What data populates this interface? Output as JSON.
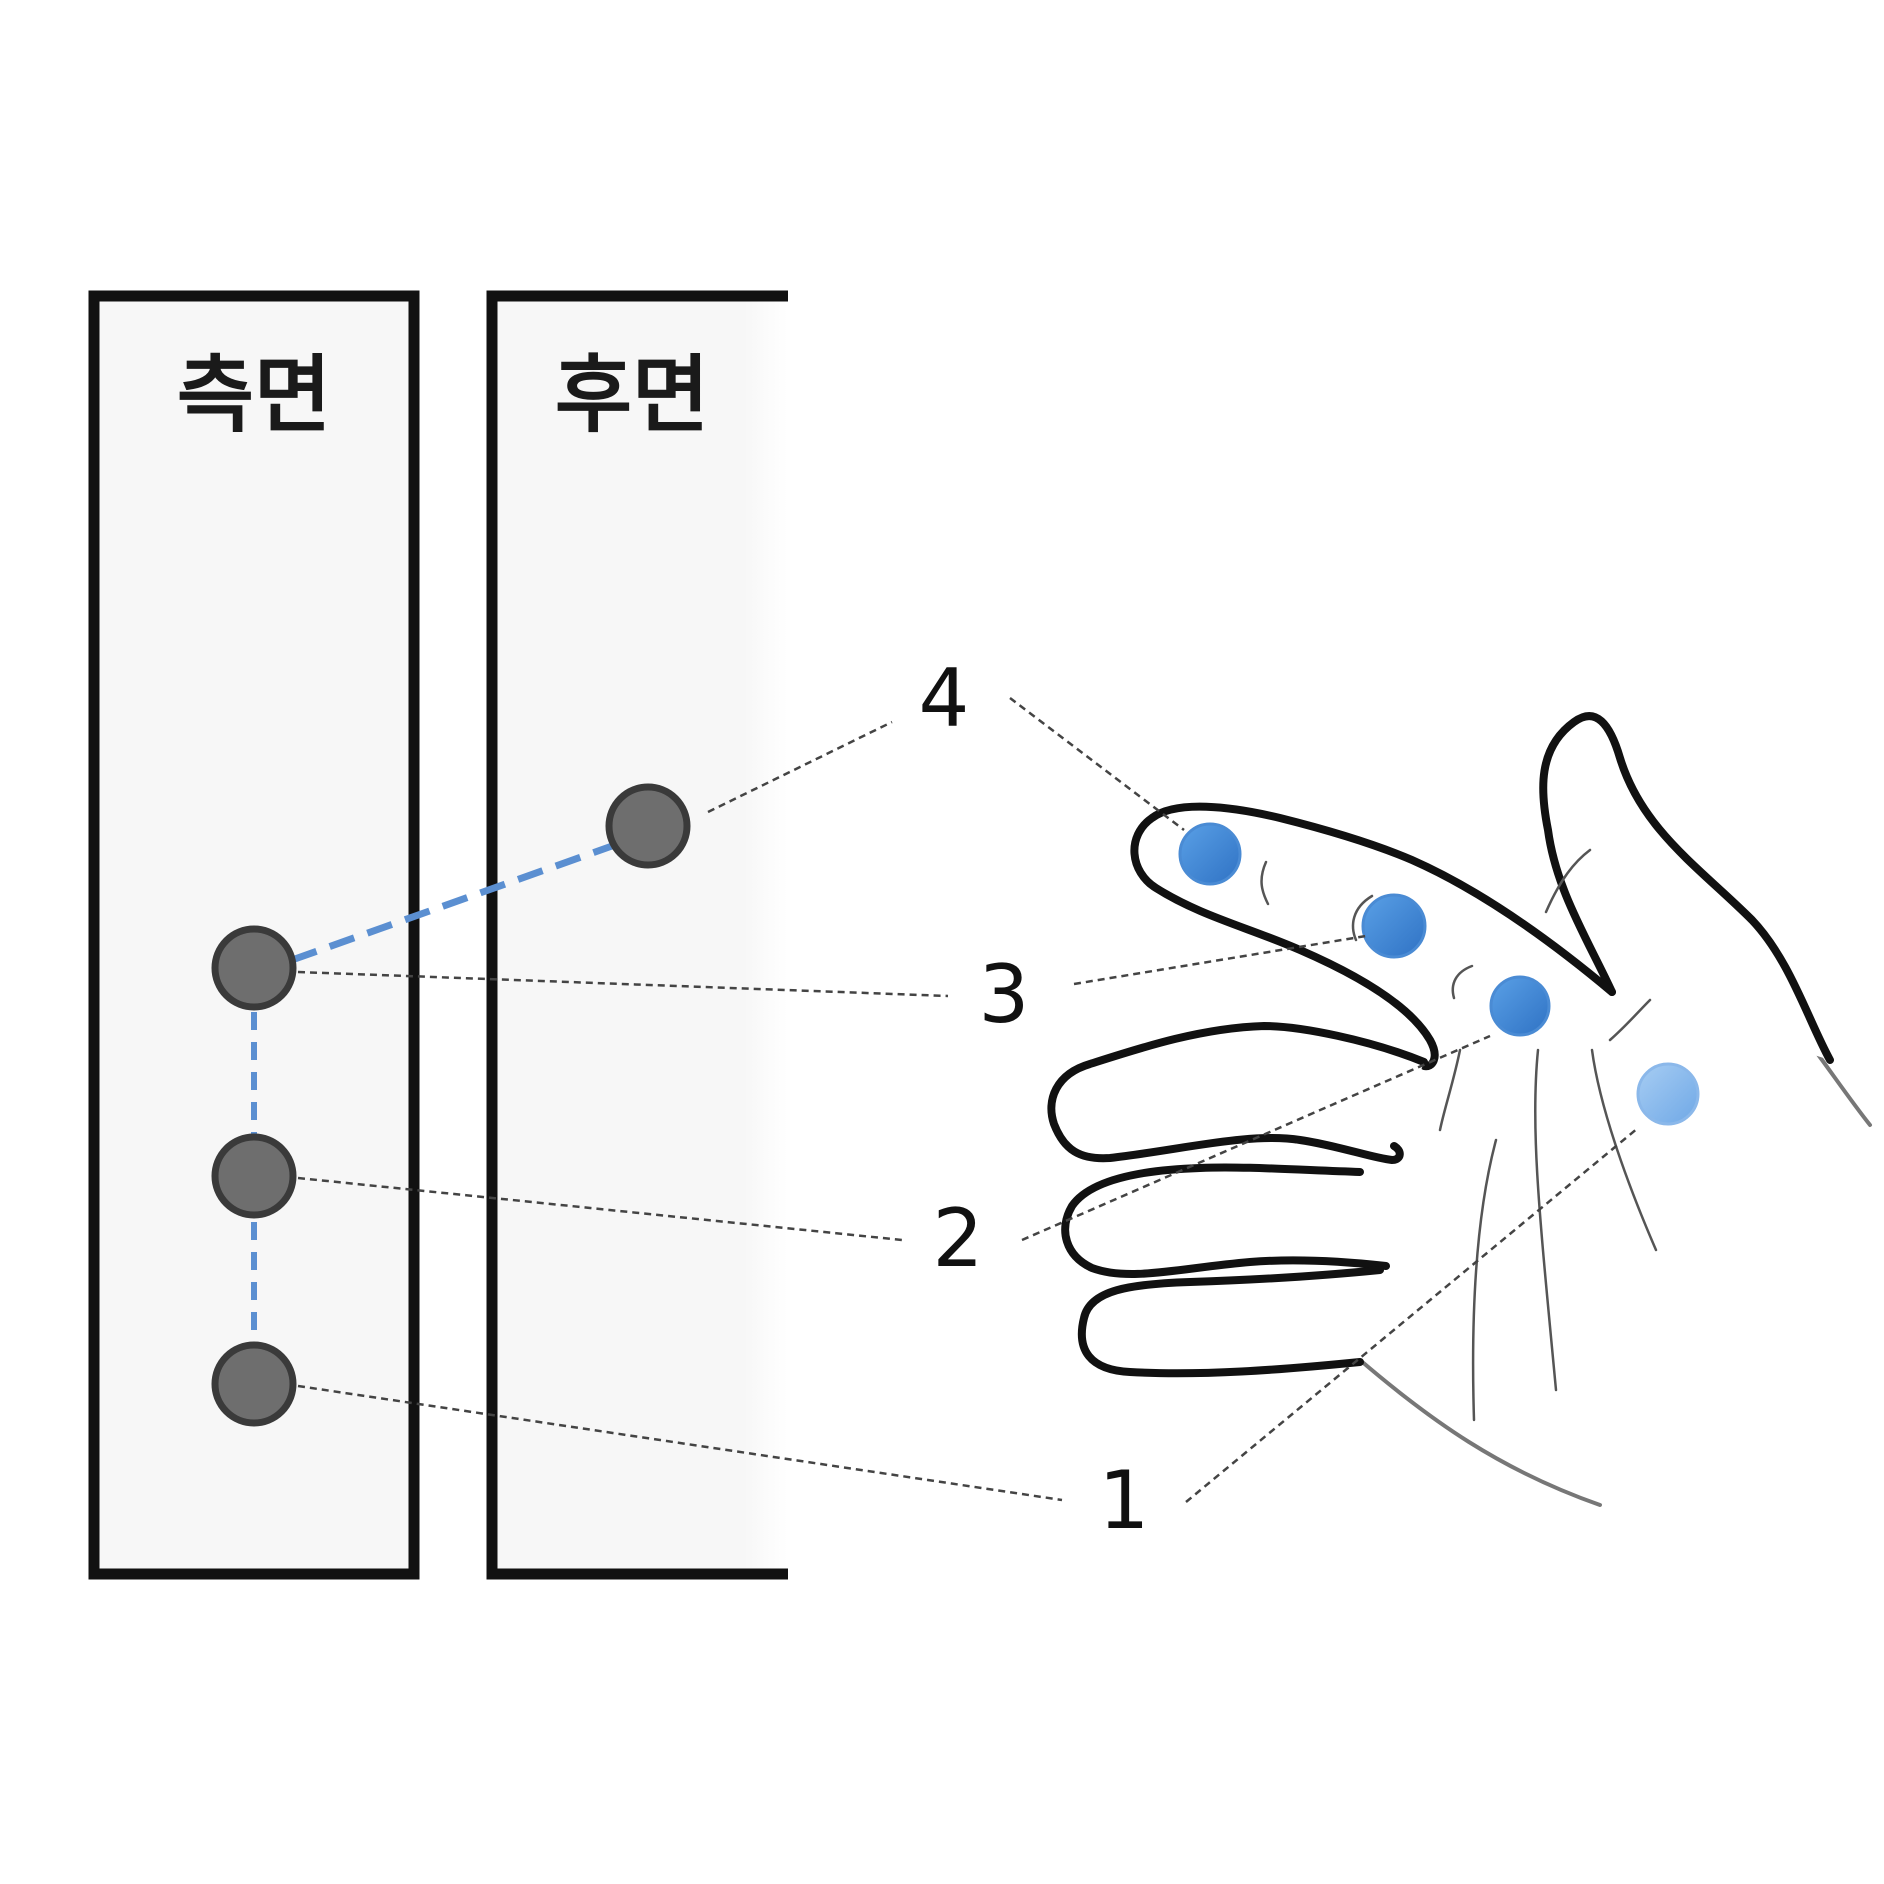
{
  "panels": {
    "side_label": "측면",
    "back_label": "후면"
  },
  "callouts": [
    "1",
    "2",
    "3",
    "4"
  ],
  "colors": {
    "marker_blue": "#3f86d6",
    "marker_gray": "#6e6e6e",
    "link_blue": "#5b8fd1",
    "panel_fill": "#f7f7f7",
    "outline": "#111111"
  }
}
